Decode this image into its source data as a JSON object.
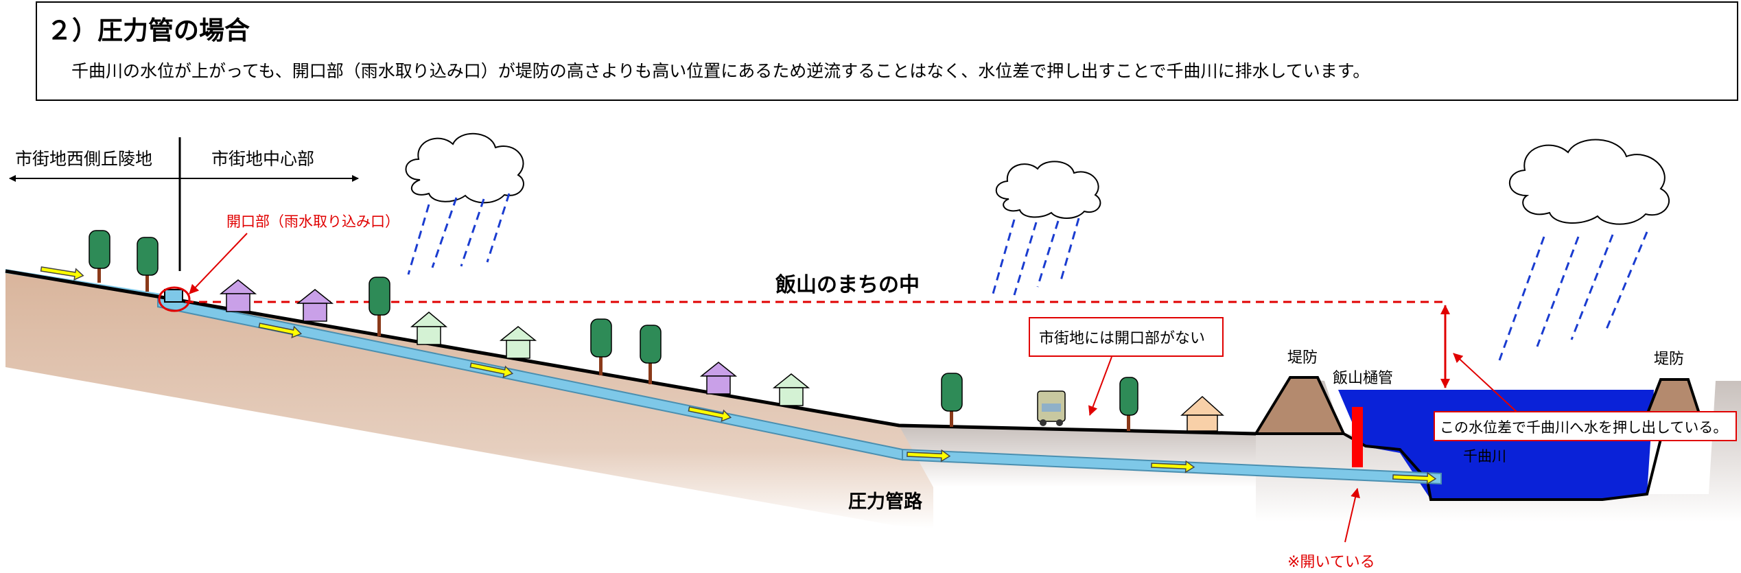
{
  "header": {
    "title": "２）圧力管の場合",
    "description": "千曲川の水位が上がっても、開口部（雨水取り込み口）が堤防の高さよりも高い位置にあるため逆流することはなく、水位差で押し出すことで千曲川に排水しています。"
  },
  "labels": {
    "west_hills": "市街地西側丘陵地",
    "city_center": "市街地中心部",
    "opening": "開口部（雨水取り込み口）",
    "iiyama_town": "飯山のまちの中",
    "no_opening": "市街地には開口部がない",
    "levee_left": "堤防",
    "levee_right": "堤防",
    "sluice": "飯山樋管",
    "water_diff": "この水位差で千曲川へ水を押し出している。",
    "river": "千曲川",
    "pressure_pipe": "圧力管路",
    "open_note": "※開いている"
  },
  "colors": {
    "ground": "#d8b49a",
    "pipe": "#7ec8e8",
    "river": "#0a22d8",
    "annotation": "#e00000",
    "arrow_fill": "#ffff00",
    "rain": "#1a3cd0",
    "tree": "#2e8b57",
    "house_purple": "#c9a0e8",
    "house_green": "#d4f2d4",
    "house_orange": "#f8d0a8"
  }
}
